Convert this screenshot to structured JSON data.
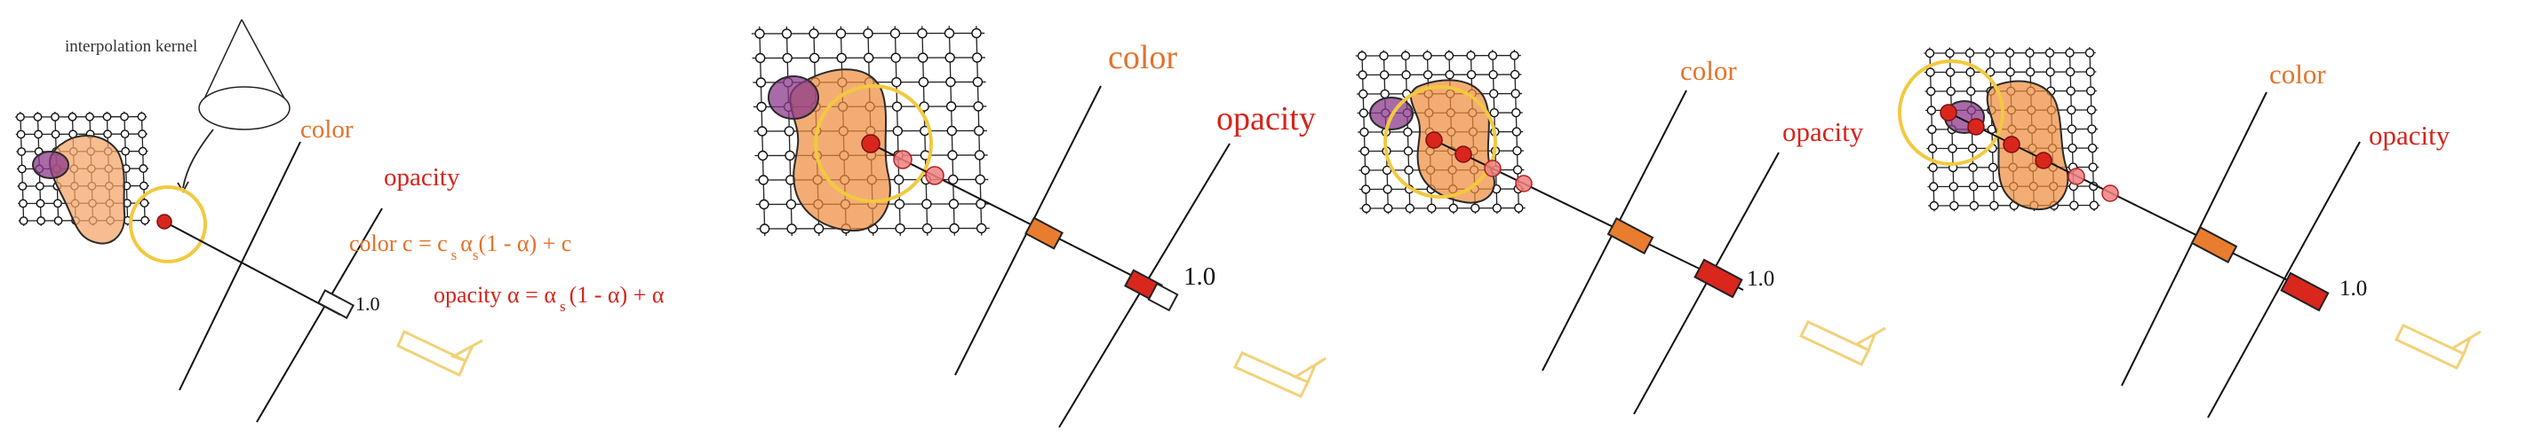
{
  "panels": [
    {
      "color_label": "color",
      "opacity_label": "opacity",
      "value_label": "1.0",
      "kernel_label": "interpolation kernel",
      "formula_color": "color c = c",
      "formula_color_sub": "s",
      "formula_color_alpha": "α",
      "formula_color_sub2": "s",
      "formula_color_tail": "(1 - α) + c",
      "formula_opacity": "opacity α = α",
      "formula_opacity_sub": "s",
      "formula_opacity_tail": "(1 - α) + α"
    },
    {
      "color_label": "color",
      "opacity_label": "opacity",
      "value_label": "1.0"
    },
    {
      "color_label": "color",
      "opacity_label": "opacity",
      "value_label": "1.0"
    },
    {
      "color_label": "color",
      "opacity_label": "opacity",
      "value_label": "1.0"
    }
  ],
  "colors": {
    "color_label": "#e3722a",
    "opacity_label": "#d6241b",
    "kernel_circle": "#f2c93f",
    "blob": "#ef8d3f",
    "purple_blob": "#8b3a8a",
    "opacity_rect": "#d9271d",
    "color_rect": "#e87d2f"
  },
  "icons": [
    "cone-icon",
    "hollow-arrow-icon"
  ]
}
